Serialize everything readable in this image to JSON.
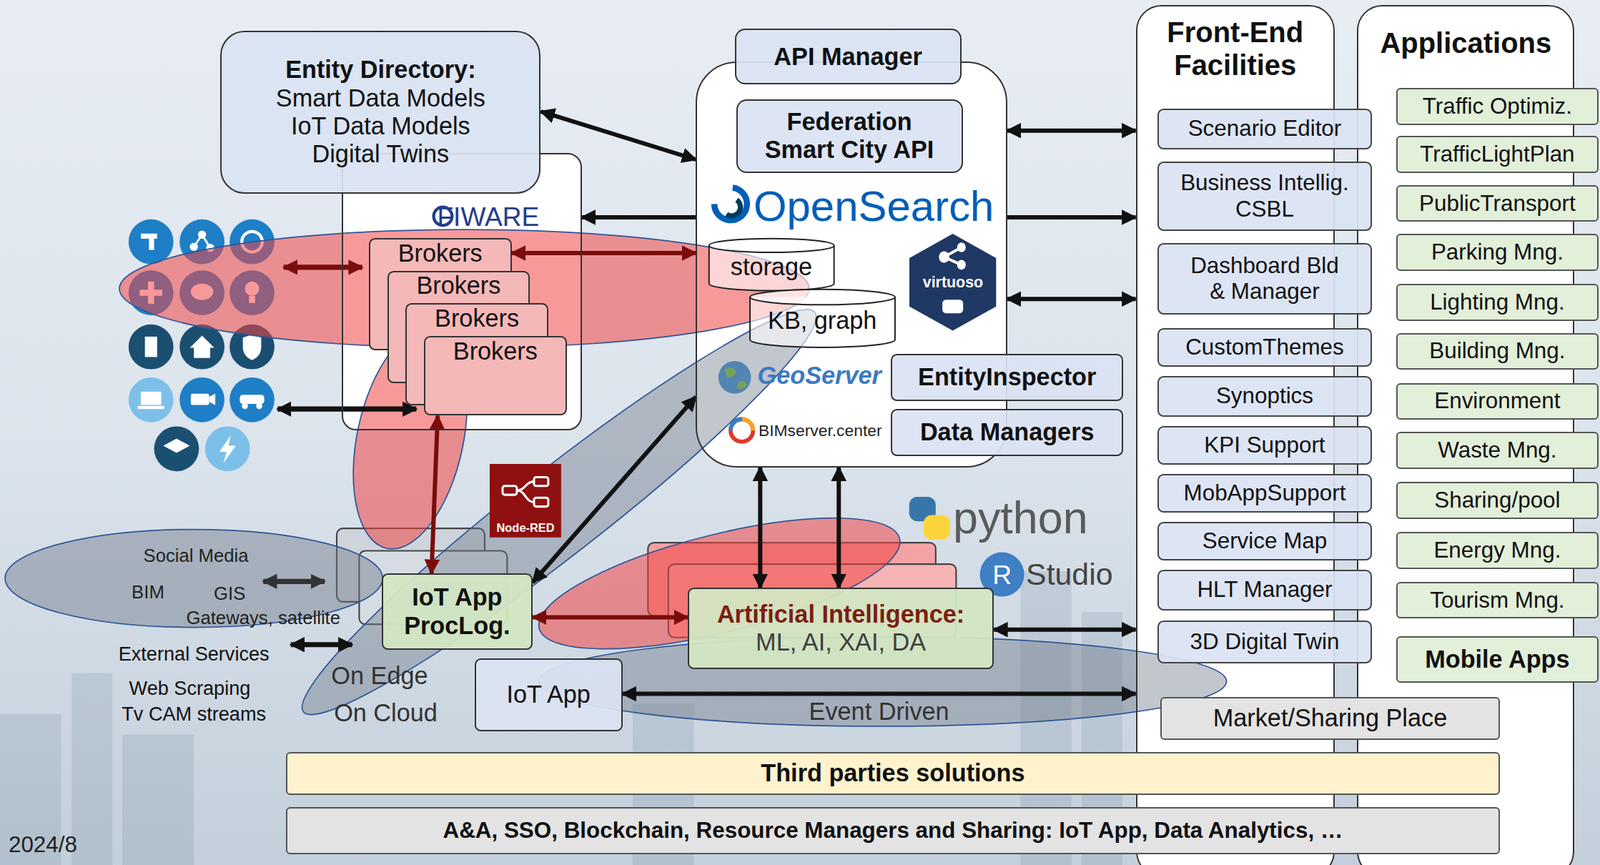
{
  "diagram": {
    "nodes": [
      {
        "text": [
          "Entity Directory:",
          "Smart Data Models IoT Data Models Digital Twins"
        ]
      },
      {
        "text": [
          "FIWARE"
        ]
      },
      {
        "text": [
          "Brokers"
        ],
        "in": 1
      },
      {
        "text": [
          "Brokers"
        ],
        "in": 1
      },
      {
        "text": [
          "Brokers"
        ],
        "in": 1
      },
      {
        "text": [
          "Brokers"
        ],
        "in": 1
      },
      {
        "text": [
          "API Manager"
        ]
      },
      {
        "text": [
          "OpenSearch",
          "GeoServer",
          "BIMserver.center"
        ]
      },
      {
        "text": [
          "Federation Smart City API"
        ],
        "in": 7
      },
      {
        "text": [
          "storage"
        ],
        "in": 7
      },
      {
        "text": [
          "KB, graph"
        ],
        "in": 7
      },
      {
        "text": [
          "virtuoso"
        ],
        "in": 7
      },
      {
        "text": [
          "EntityInspector"
        ]
      },
      {
        "text": [
          "Data Managers"
        ]
      },
      {
        "text": [
          "Node-RED"
        ]
      },
      {
        "text": [
          "IoT App ProcLog."
        ]
      },
      {
        "text": [
          "IoT App"
        ]
      },
      {
        "text": [
          "Artificial Intelligence:",
          "ML, AI, XAI, DA"
        ]
      },
      {
        "text": [
          "Front-End Facilities"
        ]
      },
      {
        "text": [
          "Scenario Editor"
        ],
        "in": 18
      },
      {
        "text": [
          "Business Intellig. CSBL"
        ],
        "in": 18
      },
      {
        "text": [
          "Dashboard Bld & Manager"
        ],
        "in": 18
      },
      {
        "text": [
          "CustomThemes"
        ],
        "in": 18
      },
      {
        "text": [
          "Synoptics"
        ],
        "in": 18
      },
      {
        "text": [
          "KPI Support"
        ],
        "in": 18
      },
      {
        "text": [
          "MobAppSupport"
        ],
        "in": 18
      },
      {
        "text": [
          "Service Map"
        ],
        "in": 18
      },
      {
        "text": [
          "HLT Manager"
        ],
        "in": 18
      },
      {
        "text": [
          "3D Digital Twin"
        ],
        "in": 18
      },
      {
        "text": [
          "Applications"
        ]
      },
      {
        "text": [
          "Traffic Optimiz."
        ],
        "in": 29
      },
      {
        "text": [
          "TrafficLightPlan"
        ],
        "in": 29
      },
      {
        "text": [
          "PublicTransport"
        ],
        "in": 29
      },
      {
        "text": [
          "Parking Mng."
        ],
        "in": 29
      },
      {
        "text": [
          "Lighting Mng."
        ],
        "in": 29
      },
      {
        "text": [
          "Building Mng."
        ],
        "in": 29
      },
      {
        "text": [
          "Environment"
        ],
        "in": 29
      },
      {
        "text": [
          "Waste Mng."
        ],
        "in": 29
      },
      {
        "text": [
          "Sharing/pool"
        ],
        "in": 29
      },
      {
        "text": [
          "Energy Mng."
        ],
        "in": 29
      },
      {
        "text": [
          "Tourism Mng."
        ],
        "in": 29
      },
      {
        "text": [
          "Mobile Apps"
        ],
        "in": 29
      },
      {
        "text": [
          "Market/Sharing Place"
        ]
      },
      {
        "text": [
          "Third parties solutions"
        ]
      },
      {
        "text": [
          "A&A, SSO, Blockchain, Resource Managers and Sharing: IoT App, Data Analytics, …"
        ]
      }
    ],
    "edges": [
      {
        "from": 0,
        "to": 7,
        "arrow": "both"
      },
      {
        "from": 7,
        "to": 1,
        "arrow": "to"
      },
      {
        "from": 2,
        "to": 7,
        "arrow": "both"
      },
      {
        "from": 5,
        "to": 15,
        "arrow": "both"
      },
      {
        "from": 15,
        "to": 7,
        "arrow": "both"
      },
      {
        "from": 15,
        "to": 17,
        "arrow": "both"
      },
      {
        "from": 7,
        "to": 17,
        "arrow": "both"
      },
      {
        "from": 7,
        "to": 17,
        "arrow": "both"
      },
      {
        "from": 17,
        "to": 18,
        "arrow": "both"
      },
      {
        "from": 16,
        "to": 18,
        "arrow": "both",
        "label": "Event Driven"
      },
      {
        "from": 7,
        "to": 18,
        "arrow": "both"
      },
      {
        "from": 7,
        "to": 18,
        "arrow": "to"
      },
      {
        "from": 7,
        "to": 18,
        "arrow": "both"
      }
    ],
    "labels": [
      "Social Media",
      "BIM",
      "GIS",
      "Gateways, satellite",
      "External Services",
      "Web Scraping",
      "Tv CAM streams",
      "On Edge",
      "On Cloud",
      "python",
      "R",
      "Studio",
      "2024/8"
    ]
  }
}
